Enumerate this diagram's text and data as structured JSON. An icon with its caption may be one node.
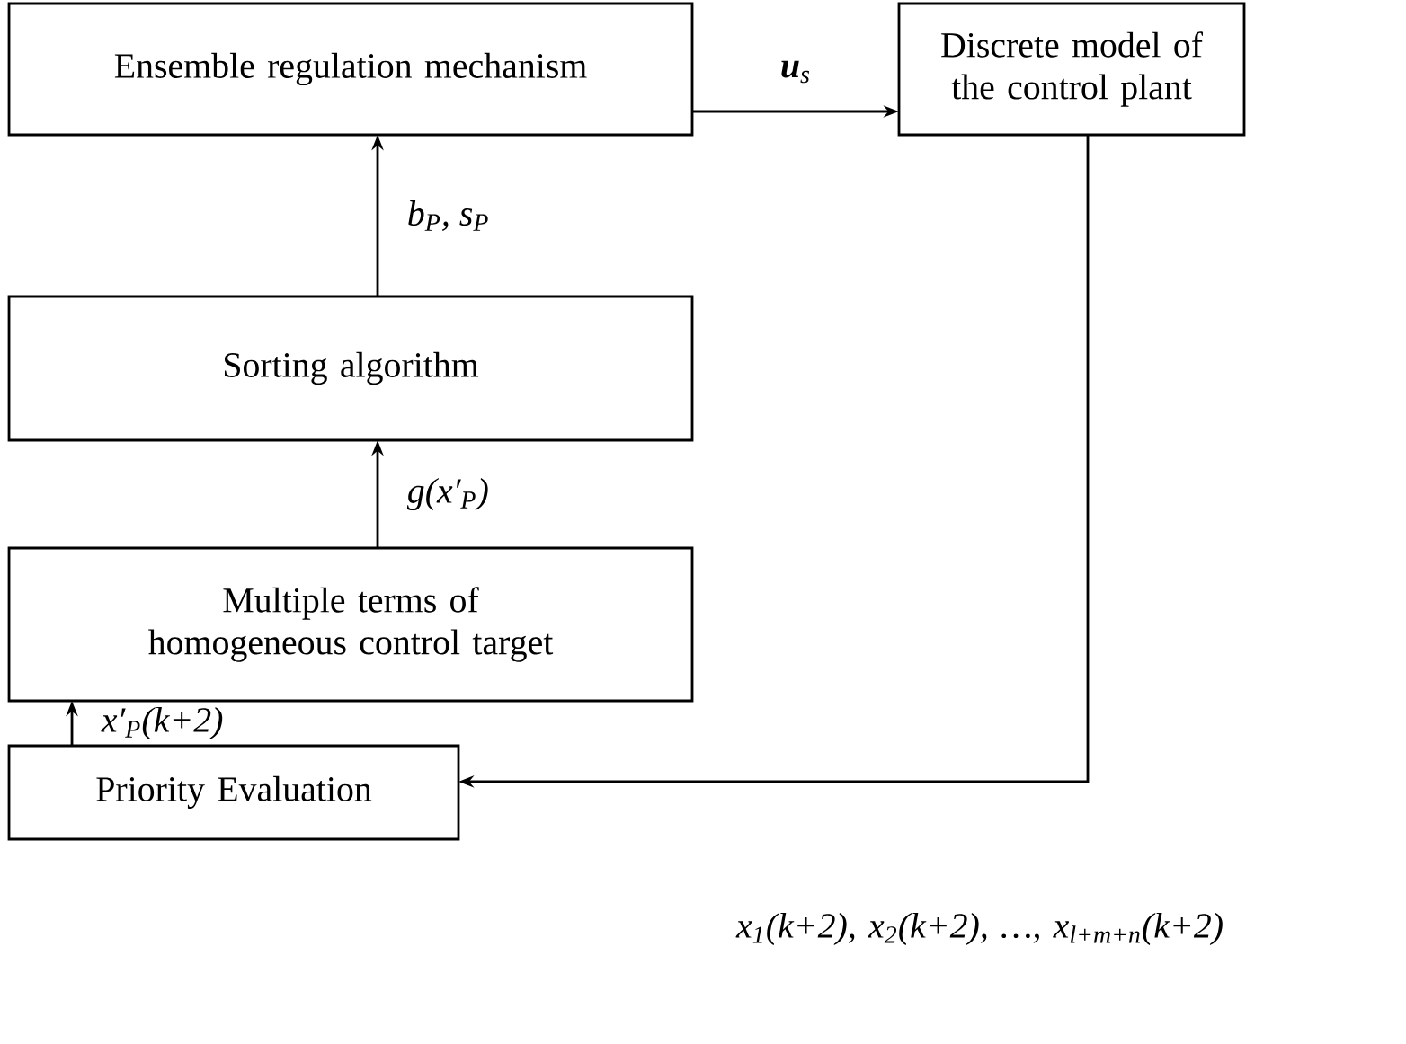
{
  "diagram": {
    "nodes": [
      {
        "text": [
          "Ensemble regulation mechanism"
        ]
      },
      {
        "text": [
          "Discrete model of the control plant"
        ]
      },
      {
        "text": [
          "Sorting algorithm"
        ]
      },
      {
        "text": [
          "Multiple terms of homogeneous control target"
        ]
      },
      {
        "text": [
          "Priority Evaluation"
        ]
      }
    ],
    "edges": [
      {
        "from": 4,
        "to": 3,
        "arrow": "to",
        "label": "x′$_{P}$(k+2)"
      },
      {
        "from": 3,
        "to": 2,
        "arrow": "to",
        "label": "g(x′$_{P}$)"
      },
      {
        "from": 2,
        "to": 0,
        "arrow": "to",
        "label": "b$_{P}$, s$_{P}$"
      },
      {
        "from": 0,
        "to": 1,
        "arrow": "to",
        "label": "**u**$_{s}$"
      },
      {
        "from": 1,
        "to": 4,
        "arrow": "to",
        "label": "x$_{1}$(k+2), x$_{2}$(k+2), …, x$_{l+m+n}$(k+2)"
      }
    ]
  }
}
